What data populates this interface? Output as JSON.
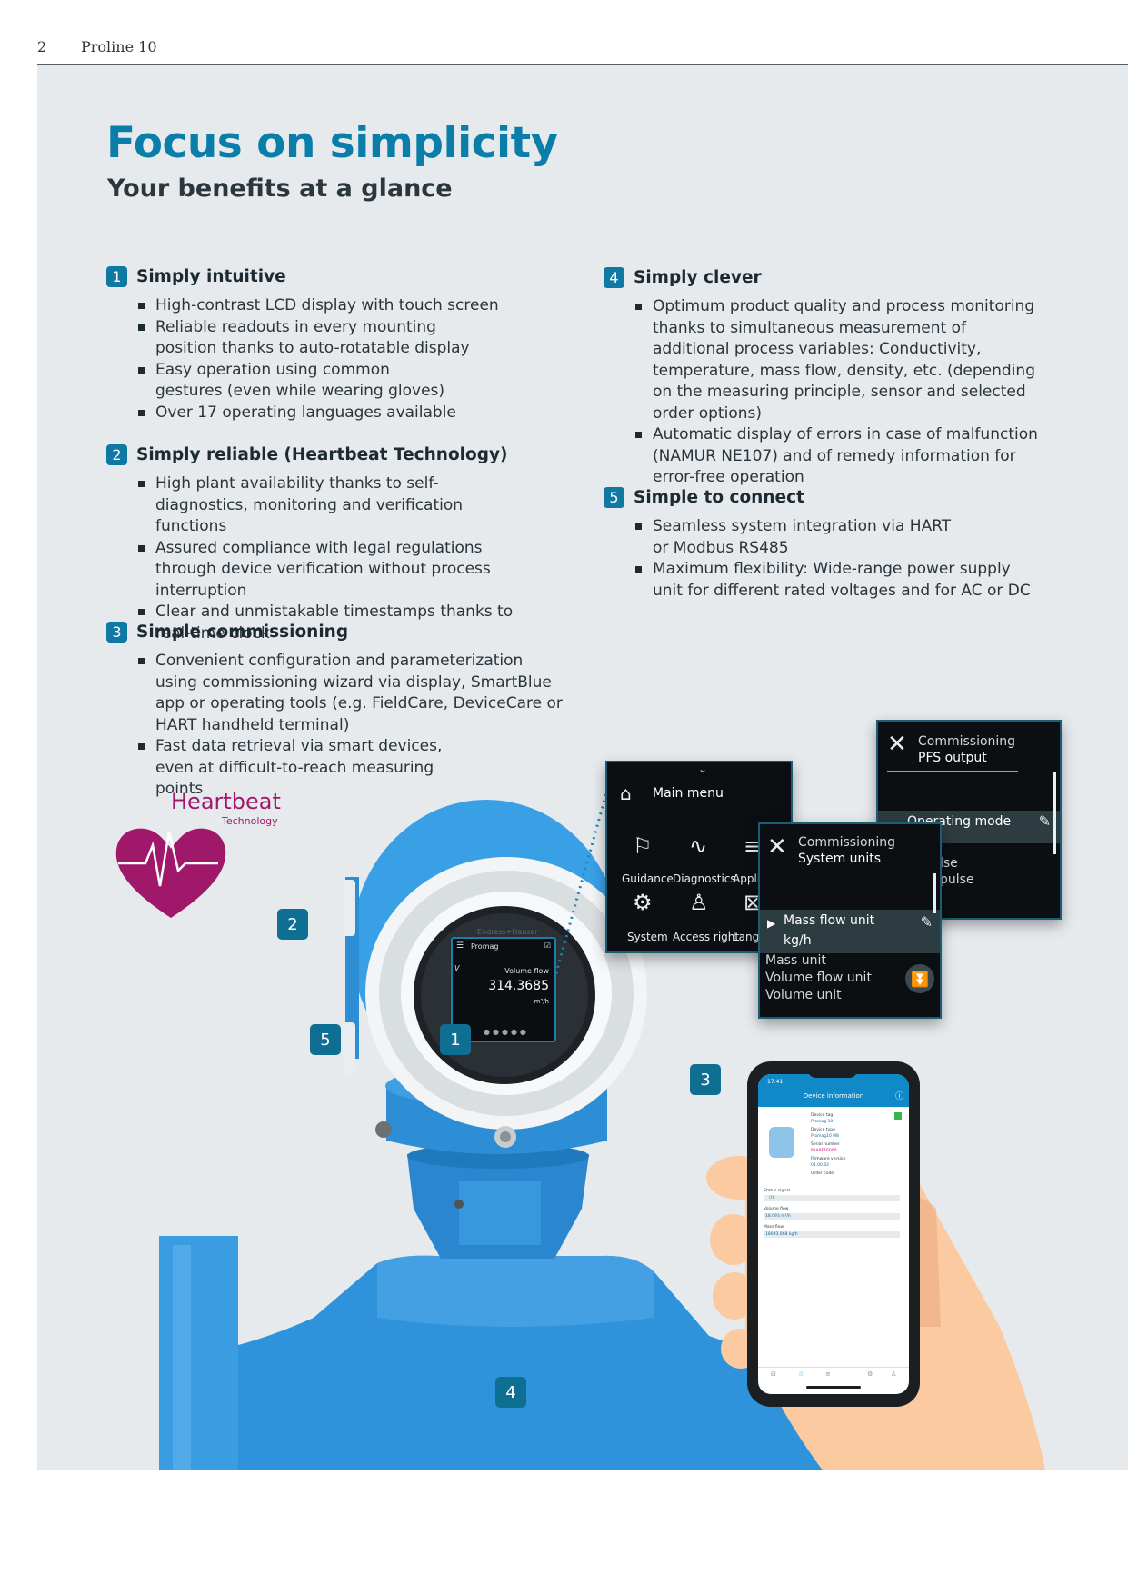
{
  "header": {
    "page_number": "2",
    "doc_title": "Proline 10"
  },
  "title": "Focus on simplicity",
  "subtitle": "Your benefits at a glance",
  "sections": [
    {
      "num": "1",
      "title": "Simply intuitive",
      "items": [
        "High-contrast LCD display with touch screen",
        "Reliable readouts in every mounting position thanks to auto-rotatable display",
        "Easy operation using common gestures (even while wearing gloves)",
        "Over 17 operating languages available"
      ]
    },
    {
      "num": "2",
      "title": "Simply reliable (Heartbeat Technology)",
      "items": [
        "High plant availability thanks to self-diagnostics, monitoring and verification functions",
        "Assured compliance with legal regulations through device verification without process interruption",
        "Clear and unmistakable timestamps thanks to real-time clock"
      ]
    },
    {
      "num": "3",
      "title": "Simple commissioning",
      "items": [
        "Convenient configuration and parameterization using commissioning wizard via display, SmartBlue app or operating tools (e.g. FieldCare, DeviceCare or HART handheld terminal)",
        "Fast data retrieval via smart devices, even at difficult-to-reach measuring points"
      ]
    },
    {
      "num": "4",
      "title": "Simply clever",
      "items": [
        "Optimum product quality and process monitoring thanks to simultaneous measurement of additional process variables: Conductivity, temperature, mass flow, density, etc. (depending on the measuring principle, sensor and selected order options)",
        "Automatic display of errors in case of malfunction (NAMUR NE107) and of remedy information for error-free operation"
      ]
    },
    {
      "num": "5",
      "title": "Simple to connect",
      "items": [
        "Seamless system integration via HART or Modbus RS485",
        "Maximum flexibility: Wide-range power supply unit for different rated voltages and for AC or DC"
      ]
    }
  ],
  "heartbeat": {
    "word": "Heartbeat",
    "sub": "Technology",
    "color": "#a0186a"
  },
  "callouts": [
    "1",
    "2",
    "3",
    "4",
    "5"
  ],
  "device": {
    "brand": "Endress+Hauser",
    "display_title": "Promag",
    "measure_label": "Volume flow",
    "value": "314.3685",
    "unit": "m³/h"
  },
  "main_menu": {
    "title": "Main menu",
    "items": [
      "Guidance",
      "Diagnostics",
      "Appli",
      "System",
      "Access right",
      "Lang"
    ]
  },
  "system_units": {
    "line1": "Commissioning",
    "line2": "System units",
    "selected": "Mass flow unit",
    "selected_value": "kg/h",
    "rows": [
      "Mass unit",
      "Volume flow unit",
      "Volume unit"
    ]
  },
  "pfs_output": {
    "line1": "Commissioning",
    "line2": "PFS output",
    "selected": "Operating mode",
    "rows": [
      "lse",
      "pulse"
    ]
  },
  "phone": {
    "time": "17:41",
    "title": "Device information",
    "fields": [
      {
        "label": "Device tag",
        "value": "Promag 10"
      },
      {
        "label": "Device type",
        "value": "Promag10 M8"
      },
      {
        "label": "Serial number",
        "value": "PAA9F16000"
      },
      {
        "label": "Firmware version",
        "value": "01.00.02"
      },
      {
        "label": "Order code",
        "value": ""
      }
    ],
    "status_label": "Status signal",
    "status_value": "OK",
    "volume_label": "Volume flow",
    "volume_value": "18.093 m³/h",
    "mass_label": "Mass flow",
    "mass_value": "18093.068 kg/h"
  },
  "colors": {
    "accent": "#0a7ea8",
    "badge": "#0f78a3",
    "panel": "#e6eaed",
    "device_blue": "#2f93dc"
  }
}
